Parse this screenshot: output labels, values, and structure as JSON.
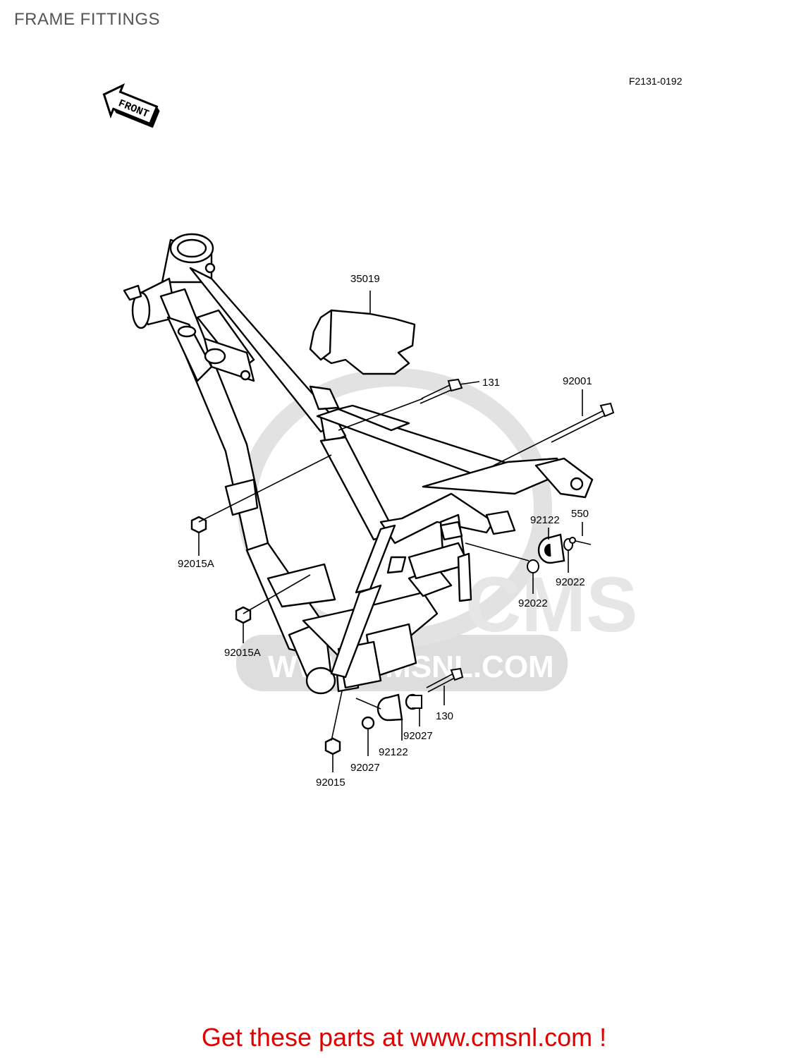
{
  "page": {
    "title": "FRAME FITTINGS",
    "diagram_code": "F2131-0192",
    "front_label": "FRONT",
    "promo_text": "Get these parts at www.cmsnl.com !"
  },
  "watermark": {
    "brand": "CMS",
    "url": "WWW.CMSNL.COM"
  },
  "parts": {
    "p35019": "35019",
    "p131": "131",
    "p92001": "92001",
    "p92122a": "92122",
    "p550": "550",
    "p92022a": "92022",
    "p92022b": "92022",
    "p92015A_a": "92015A",
    "p92015A_b": "92015A",
    "p130": "130",
    "p92027a": "92027",
    "p92122b": "92122",
    "p92027b": "92027",
    "p92015": "92015"
  },
  "colors": {
    "promo": "#e00000",
    "title": "#555555",
    "watermark": "#d9d9d9"
  }
}
